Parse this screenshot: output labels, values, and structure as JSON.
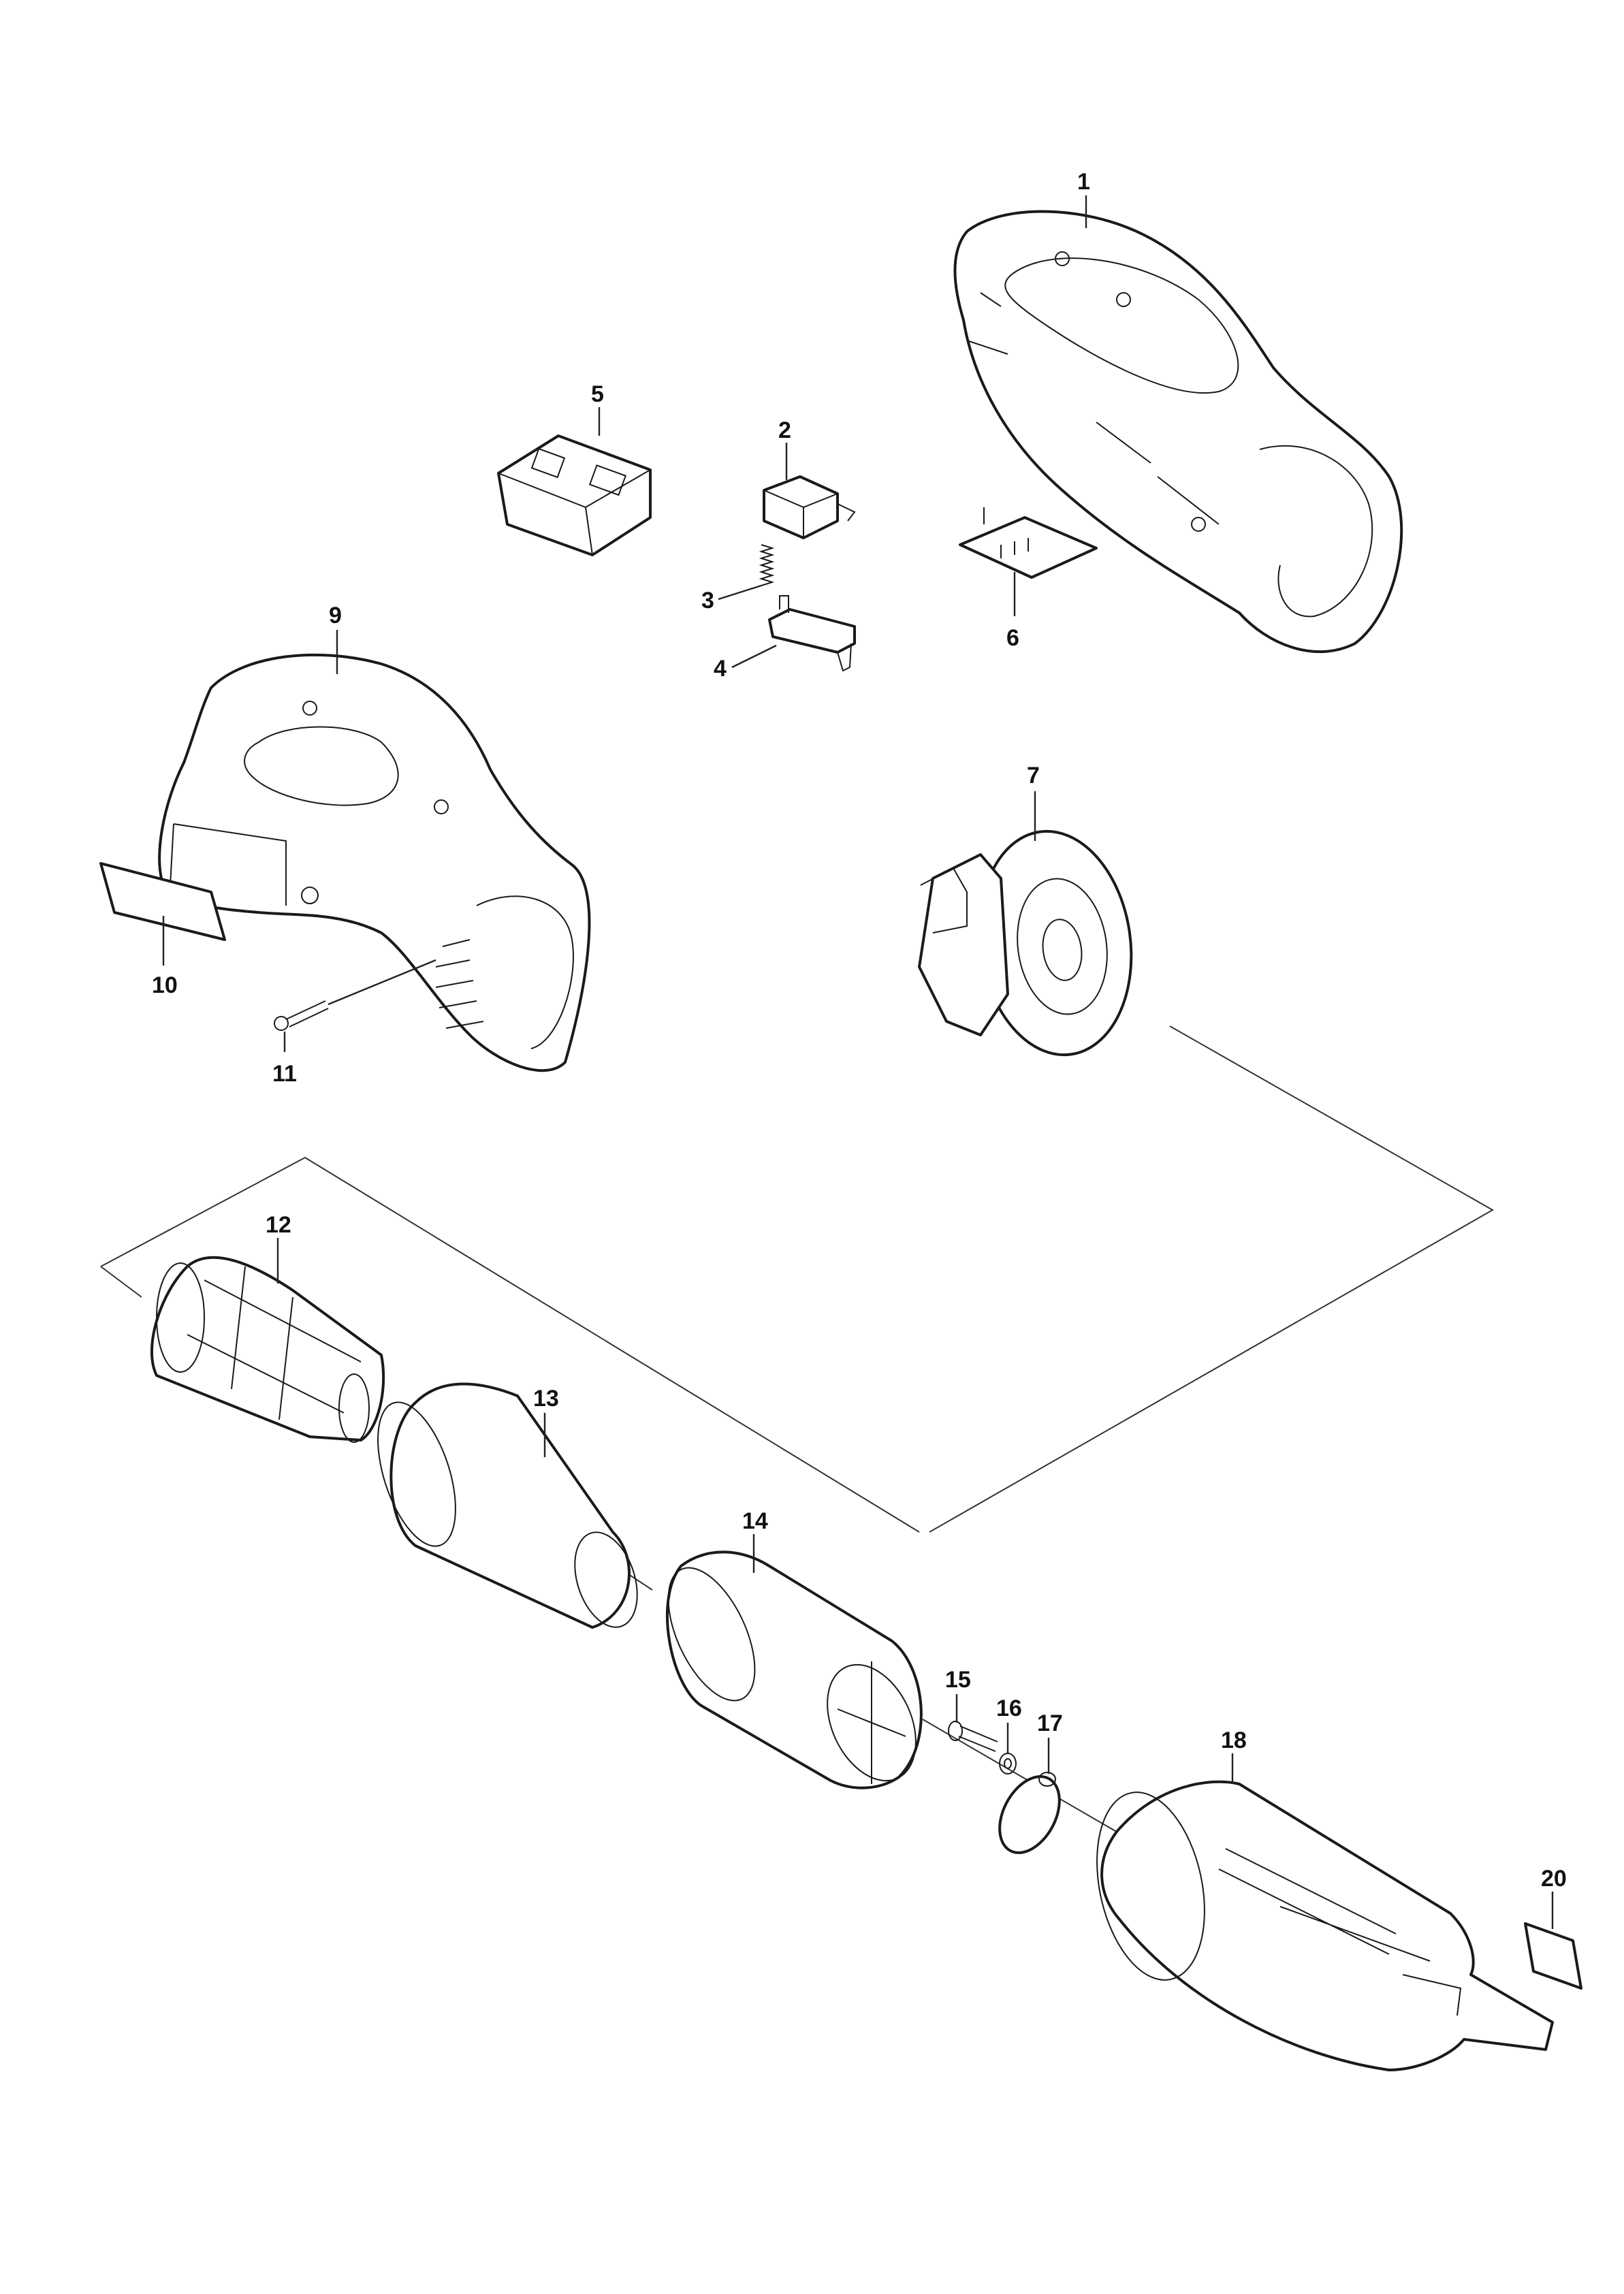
{
  "colors": {
    "line": "#1a1a1a",
    "background": "#ffffff"
  },
  "callouts": {
    "c1": "1",
    "c2": "2",
    "c3": "3",
    "c4": "4",
    "c5": "5",
    "c6": "6",
    "c7": "7",
    "c9": "9",
    "c10": "10",
    "c11": "11",
    "c12": "12",
    "c13": "13",
    "c14": "14",
    "c15": "15",
    "c16": "16",
    "c17": "17",
    "c18": "18",
    "c20": "20"
  }
}
